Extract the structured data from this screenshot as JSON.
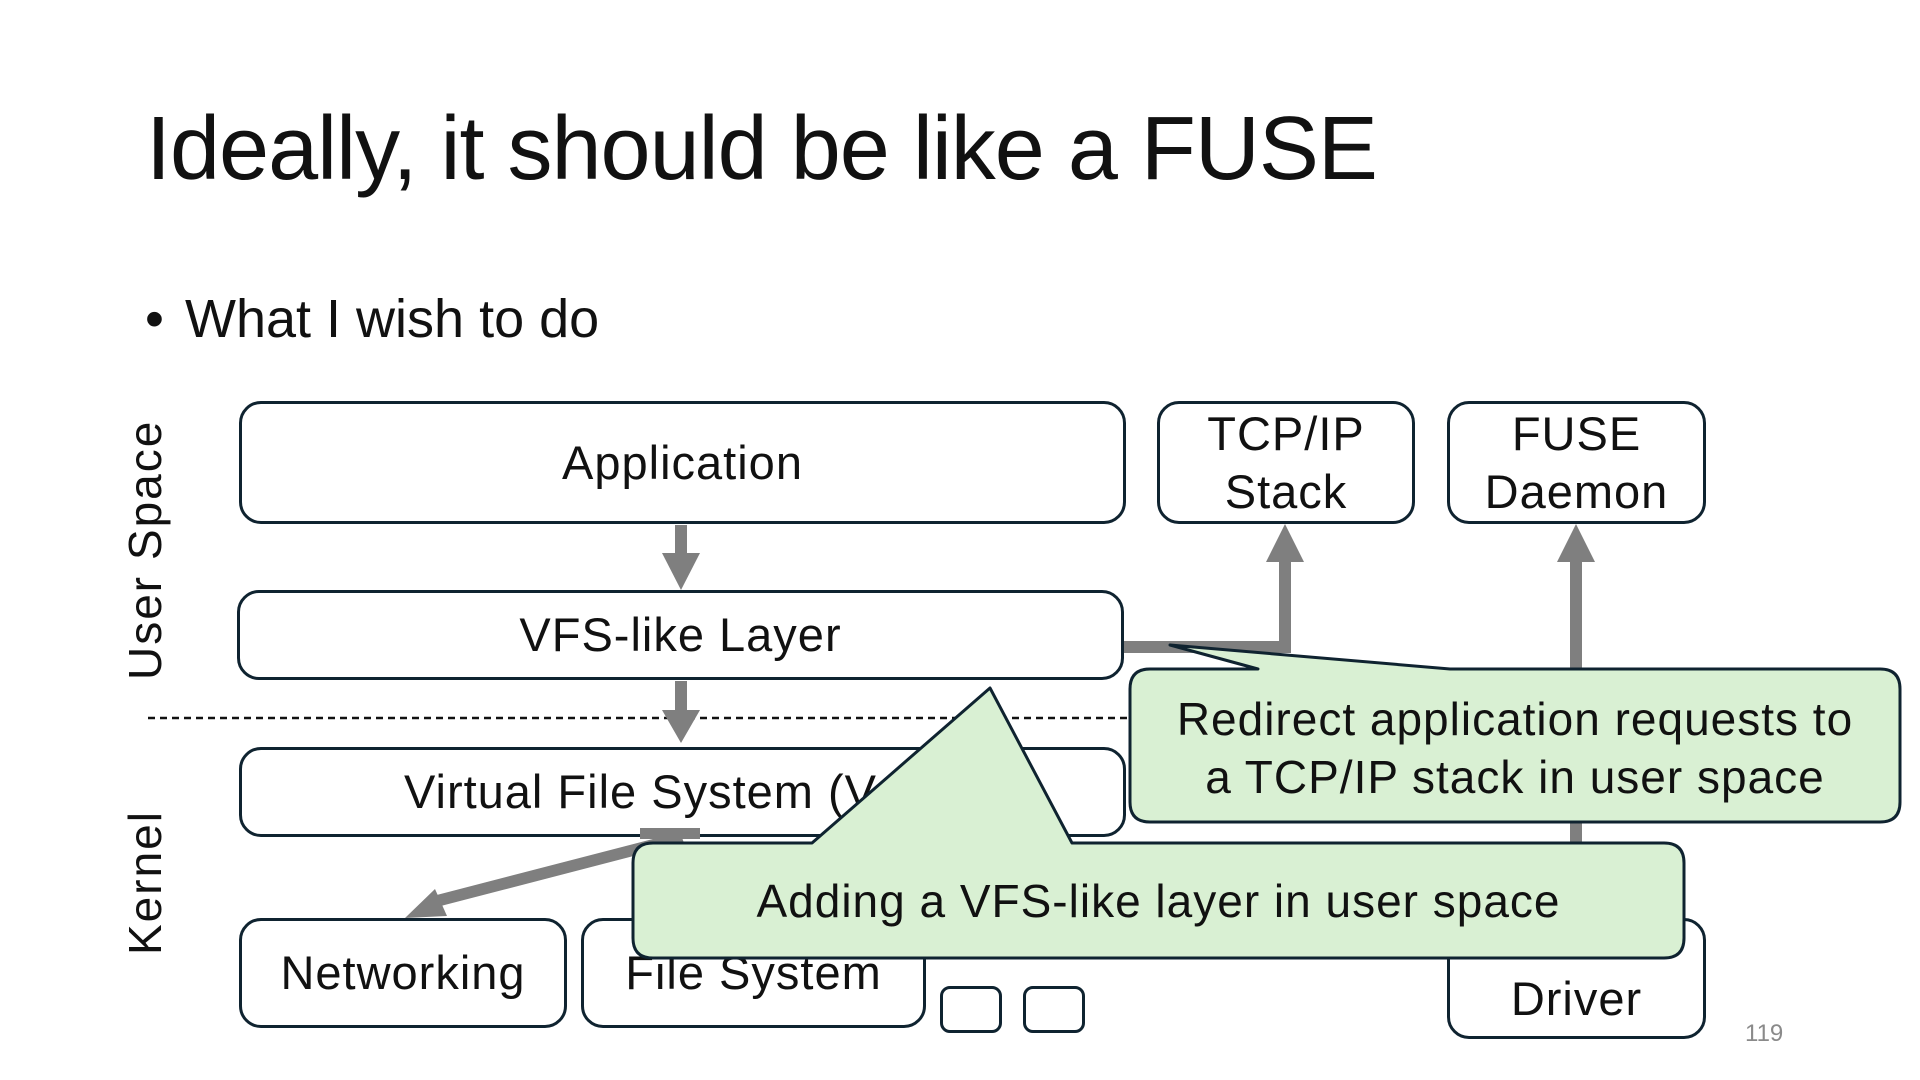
{
  "slide": {
    "title": "Ideally, it should be like a FUSE",
    "bullet": "What I wish to do",
    "page_number": "119"
  },
  "labels": {
    "user_space": "User Space",
    "kernel": "Kernel"
  },
  "boxes": {
    "application": "Application",
    "tcpip_line1": "TCP/IP",
    "tcpip_line2": "Stack",
    "fuse_daemon_line1": "FUSE",
    "fuse_daemon_line2": "Daemon",
    "vfs_like": "VFS-like Layer",
    "vfs": "Virtual File System (V",
    "networking": "Networking",
    "file_system": "File System",
    "fuse_driver": "Driver"
  },
  "callouts": {
    "redirect_line1": "Redirect application requests to",
    "redirect_line2": "a TCP/IP stack in user space",
    "adding": "Adding a VFS-like layer in user space"
  },
  "colors": {
    "box_border": "#0f2330",
    "arrow": "#7f7f7f",
    "callout_fill": "#d9f0d3",
    "callout_border": "#0f2330"
  }
}
